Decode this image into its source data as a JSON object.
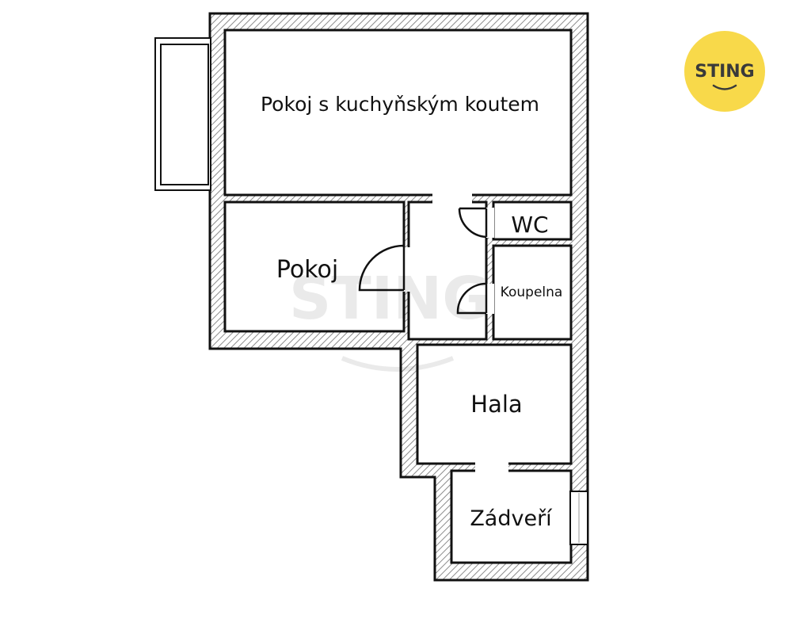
{
  "rooms": {
    "living_kitchen": "Pokoj s kuchyňským koutem",
    "room": "Pokoj",
    "wc": "WC",
    "bathroom": "Koupelna",
    "hall": "Hala",
    "entrance": "Zádveří"
  },
  "logo": {
    "text": "STING",
    "color": "#f8d94a",
    "text_color": "#3a3a3a"
  },
  "watermark": {
    "text": "STING"
  },
  "colors": {
    "wall_line": "#111111",
    "hatch": "#8c8c8c"
  }
}
